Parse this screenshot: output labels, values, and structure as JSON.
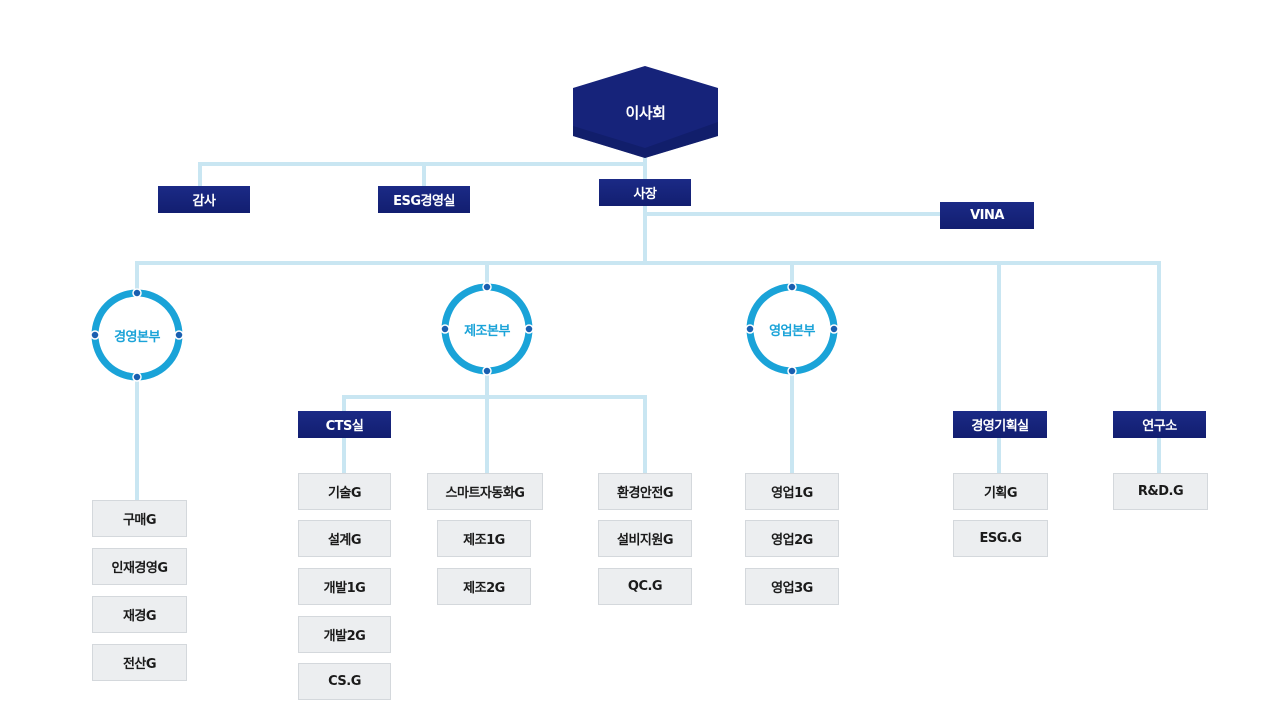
{
  "colors": {
    "line": "#c9e6f2",
    "navy": "#16237a",
    "ring": "#1aa3d8",
    "leaf_bg": "#eceef0"
  },
  "board": {
    "label": "이사회"
  },
  "top_units": {
    "audit": "감사",
    "esg_office": "ESG경영실",
    "president": "사장",
    "vina": "VINA"
  },
  "divisions": {
    "management": "경영본부",
    "manufacturing": "제조본부",
    "sales": "영업본부"
  },
  "sub_units": {
    "cts": "CTS실",
    "planning_office": "경영기획실",
    "research": "연구소"
  },
  "groups": {
    "management": [
      "구매G",
      "인재경영G",
      "재경G",
      "전산G"
    ],
    "cts": [
      "기술G",
      "설계G",
      "개발1G",
      "개발2G",
      "CS.G"
    ],
    "smart": [
      "스마트자동화G",
      "제조1G",
      "제조2G"
    ],
    "environment": [
      "환경안전G",
      "설비지원G",
      "QC.G"
    ],
    "sales": [
      "영업1G",
      "영업2G",
      "영업3G"
    ],
    "planning": [
      "기획G",
      "ESG.G"
    ],
    "research": [
      "R&D.G"
    ]
  }
}
